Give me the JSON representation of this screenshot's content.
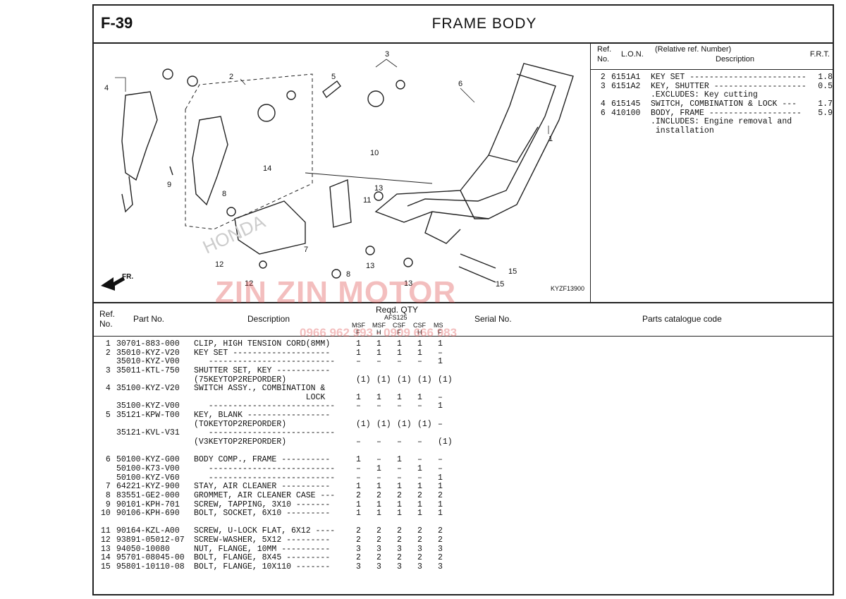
{
  "header": {
    "figure_id": "F-39",
    "title": "FRAME  BODY"
  },
  "diagram": {
    "callouts": [
      "1",
      "2",
      "3",
      "4",
      "5",
      "6",
      "7",
      "8",
      "8",
      "9",
      "10",
      "11",
      "12",
      "12",
      "13",
      "13",
      "13",
      "14",
      "15",
      "15"
    ],
    "front_label": "FR.",
    "code": "KYZF13900",
    "brand": "HONDA"
  },
  "lon_table": {
    "headers": {
      "ref": "Ref.",
      "no": "No.",
      "lon": "L.O.N.",
      "desc_top": "(Relative ref. Number)",
      "desc": "Description",
      "frt": "F.R.T."
    },
    "rows": [
      {
        "ref": " 2",
        "lon": "6151A1",
        "desc": "KEY SET ------------------------",
        "frt": "1.8"
      },
      {
        "ref": " 3",
        "lon": "6151A2",
        "desc": "KEY, SHUTTER -------------------",
        "frt": "0.5"
      },
      {
        "ref": "",
        "lon": "",
        "desc": ".EXCLUDES: Key cutting",
        "frt": ""
      },
      {
        "ref": " 4",
        "lon": "615145",
        "desc": "SWITCH, COMBINATION & LOCK ---",
        "frt": "1.7"
      },
      {
        "ref": " 6",
        "lon": "410100",
        "desc": "BODY, FRAME -------------------",
        "frt": "5.9"
      },
      {
        "ref": "",
        "lon": "",
        "desc": ".INCLUDES: Engine removal and",
        "frt": ""
      },
      {
        "ref": "",
        "lon": "",
        "desc": " installation",
        "frt": ""
      }
    ]
  },
  "parts_table": {
    "headers": {
      "ref": "Ref.",
      "no": "No.",
      "part_no": "Part No.",
      "description": "Description",
      "reqd_qty": "Reqd. QTY",
      "model": "AFS125",
      "cols": [
        "MSF",
        "MSF",
        "CSF",
        "CSF",
        "MS"
      ],
      "cols_sub": [
        "F",
        "H",
        "F",
        "H",
        "F"
      ],
      "serial": "Serial No.",
      "catalogue": "Parts catalogue code"
    },
    "rows": [
      {
        "ref": " 1",
        "part": "30701-883-000",
        "desc": "CLIP, HIGH TENSION CORD(8MM)",
        "q": [
          "1",
          "1",
          "1",
          "1",
          "1"
        ]
      },
      {
        "ref": " 2",
        "part": "35010-KYZ-V20",
        "desc": "KEY SET --------------------",
        "q": [
          "1",
          "1",
          "1",
          "1",
          "–"
        ]
      },
      {
        "ref": "",
        "part": "35010-KYZ-V00",
        "desc": "   --------------------------",
        "q": [
          "–",
          "–",
          "–",
          "–",
          "1"
        ]
      },
      {
        "ref": " 3",
        "part": "35011-KTL-750",
        "desc": "SHUTTER SET, KEY -----------",
        "q": [
          "",
          "",
          "",
          "",
          ""
        ]
      },
      {
        "ref": "",
        "part": "",
        "desc": "(75KEYTOP2REPORDER)",
        "q": [
          "(1)",
          "(1)",
          "(1)",
          "(1)",
          "(1)"
        ]
      },
      {
        "ref": " 4",
        "part": "35100-KYZ-V20",
        "desc": "SWITCH ASSY., COMBINATION &",
        "q": [
          "",
          "",
          "",
          "",
          ""
        ]
      },
      {
        "ref": "",
        "part": "",
        "desc": "                       LOCK",
        "q": [
          "1",
          "1",
          "1",
          "1",
          "–"
        ]
      },
      {
        "ref": "",
        "part": "35100-KYZ-V00",
        "desc": "   --------------------------",
        "q": [
          "–",
          "–",
          "–",
          "–",
          "1"
        ]
      },
      {
        "ref": " 5",
        "part": "35121-KPW-T00",
        "desc": "KEY, BLANK -----------------",
        "q": [
          "",
          "",
          "",
          "",
          ""
        ]
      },
      {
        "ref": "",
        "part": "",
        "desc": "(TOKEYTOP2REPORDER)",
        "q": [
          "(1)",
          "(1)",
          "(1)",
          "(1)",
          "–"
        ]
      },
      {
        "ref": "",
        "part": "35121-KVL-V31",
        "desc": "   --------------------------",
        "q": [
          "",
          "",
          "",
          "",
          ""
        ]
      },
      {
        "ref": "",
        "part": "",
        "desc": "(V3KEYTOP2REPORDER)",
        "q": [
          "–",
          "–",
          "–",
          "–",
          "(1)"
        ]
      },
      {
        "ref": "",
        "part": "",
        "desc": "",
        "q": [
          "",
          "",
          "",
          "",
          ""
        ]
      },
      {
        "ref": " 6",
        "part": "50100-KYZ-G00",
        "desc": "BODY COMP., FRAME ----------",
        "q": [
          "1",
          "–",
          "1",
          "–",
          "–"
        ]
      },
      {
        "ref": "",
        "part": "50100-K73-V00",
        "desc": "   --------------------------",
        "q": [
          "–",
          "1",
          "–",
          "1",
          "–"
        ]
      },
      {
        "ref": "",
        "part": "50100-KYZ-V60",
        "desc": "   --------------------------",
        "q": [
          "–",
          "–",
          "–",
          "–",
          "1"
        ]
      },
      {
        "ref": " 7",
        "part": "64221-KYZ-900",
        "desc": "STAY, AIR CLEANER ----------",
        "q": [
          "1",
          "1",
          "1",
          "1",
          "1"
        ]
      },
      {
        "ref": " 8",
        "part": "83551-GE2-000",
        "desc": "GROMMET, AIR CLEANER CASE ---",
        "q": [
          "2",
          "2",
          "2",
          "2",
          "2"
        ]
      },
      {
        "ref": " 9",
        "part": "90101-KPH-701",
        "desc": "SCREW, TAPPING, 3X10 -------",
        "q": [
          "1",
          "1",
          "1",
          "1",
          "1"
        ]
      },
      {
        "ref": "10",
        "part": "90106-KPH-690",
        "desc": "BOLT, SOCKET, 6X10 ---------",
        "q": [
          "1",
          "1",
          "1",
          "1",
          "1"
        ]
      },
      {
        "ref": "",
        "part": "",
        "desc": "",
        "q": [
          "",
          "",
          "",
          "",
          ""
        ]
      },
      {
        "ref": "11",
        "part": "90164-KZL-A00",
        "desc": "SCREW, U-LOCK FLAT, 6X12 ----",
        "q": [
          "2",
          "2",
          "2",
          "2",
          "2"
        ]
      },
      {
        "ref": "12",
        "part": "93891-05012-07",
        "desc": "SCREW-WASHER, 5X12 ---------",
        "q": [
          "2",
          "2",
          "2",
          "2",
          "2"
        ]
      },
      {
        "ref": "13",
        "part": "94050-10080",
        "desc": "NUT, FLANGE, 10MM ----------",
        "q": [
          "3",
          "3",
          "3",
          "3",
          "3"
        ]
      },
      {
        "ref": "14",
        "part": "95701-08045-00",
        "desc": "BOLT, FLANGE, 8X45 ---------",
        "q": [
          "2",
          "2",
          "2",
          "2",
          "2"
        ]
      },
      {
        "ref": "15",
        "part": "95801-10110-08",
        "desc": "BOLT, FLANGE, 10X110 -------",
        "q": [
          "3",
          "3",
          "3",
          "3",
          "3"
        ]
      }
    ]
  },
  "watermark": {
    "text": "ZIN ZIN MOTOR",
    "phone": "0966 962 993 - 0909 666 983",
    "color": "#dc4646"
  }
}
